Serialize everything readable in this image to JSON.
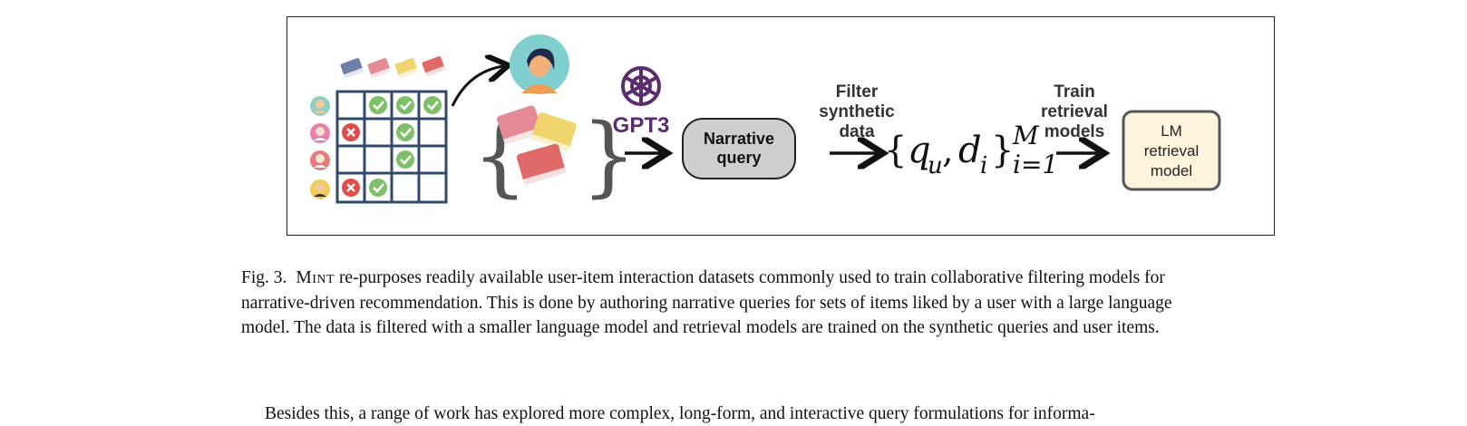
{
  "figure": {
    "gpt3_label": "GPT3",
    "narrative_query_line1": "Narrative",
    "narrative_query_line2": "query",
    "filter_line1": "Filter",
    "filter_line2": "synthetic",
    "filter_line3": "data",
    "train_line1": "Train",
    "train_line2": "retrieval",
    "train_line3": "models",
    "lm_line1": "LM",
    "lm_line2": "retrieval",
    "lm_line3": "model",
    "math_q": "q",
    "math_u": "u",
    "math_d": "d",
    "math_i": "i",
    "math_sup": "M",
    "math_sub": "i=1",
    "colors": {
      "grid": "#2f4a6e",
      "check": "#7fbf6a",
      "cross": "#e24b4b",
      "book_blue": "#6f7fa8",
      "book_pink": "#e48a94",
      "book_yellow": "#eed56e",
      "book_red": "#e06a6a",
      "narrative_fill": "#cfcfcf",
      "lm_fill": "#fdf5dc",
      "avatar_teal": "#7fcfcf"
    }
  },
  "caption": {
    "label": "Fig. 3.",
    "name": "Mint",
    "text": " re-purposes readily available user-item interaction datasets commonly used to train collaborative filtering models for",
    "line2": "narrative-driven recommendation. This is done by authoring narrative queries for sets of items liked by a user with a large language",
    "line3": "model. The data is filtered with a smaller language model and retrieval models are trained on the synthetic queries and user items."
  },
  "body": {
    "text": "Besides this, a range of work has explored more complex, long-form, and interactive query formulations for informa-"
  }
}
